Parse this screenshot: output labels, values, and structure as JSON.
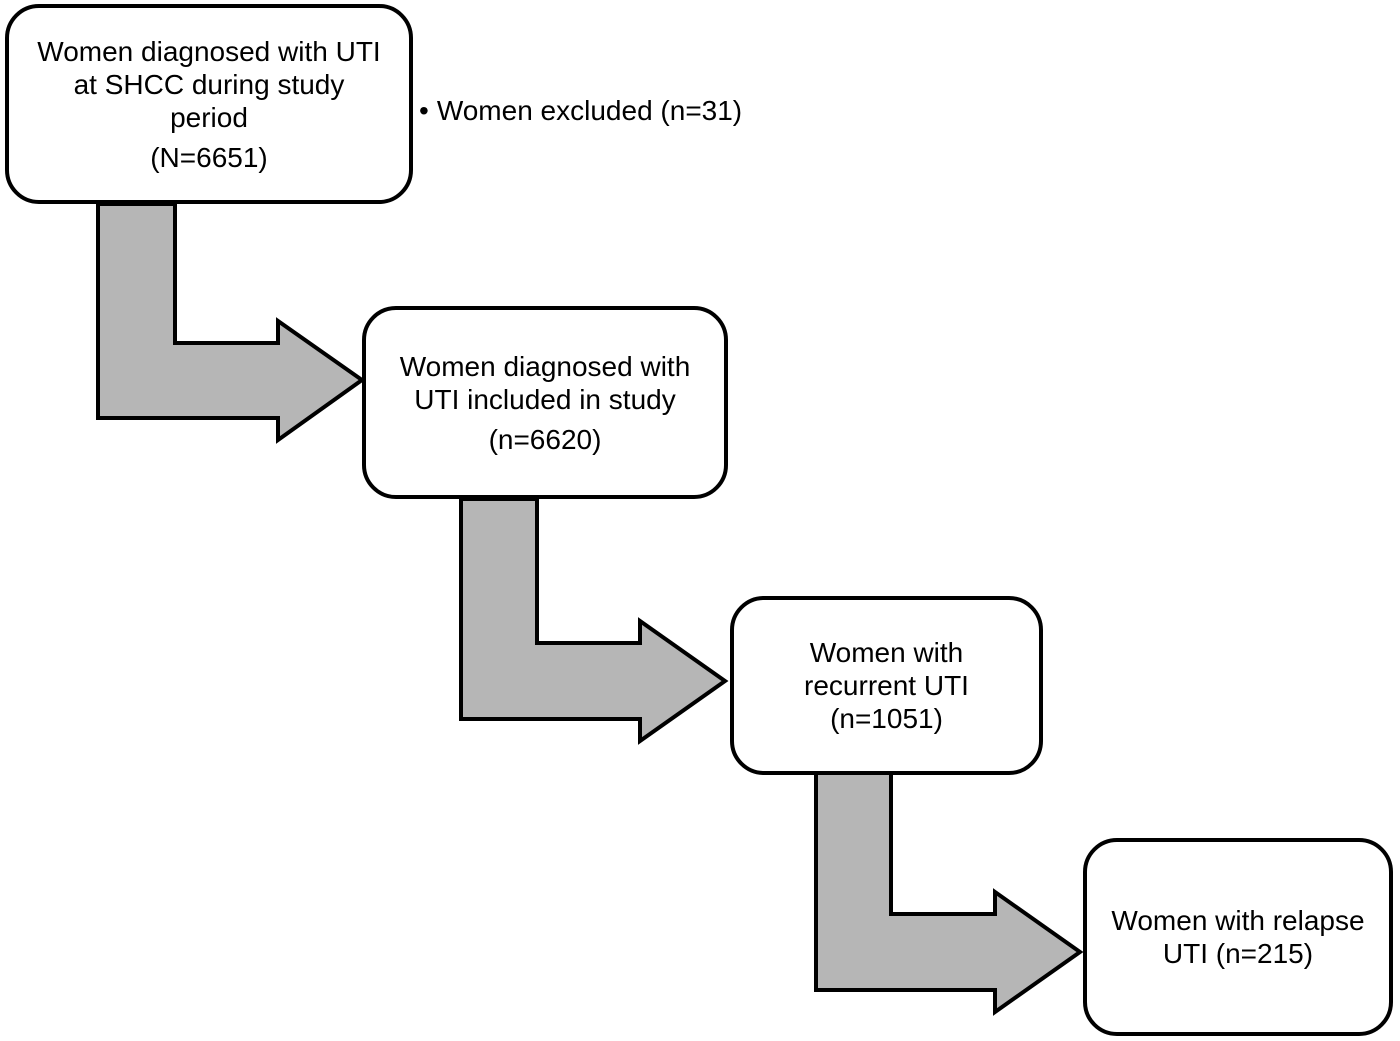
{
  "diagram": {
    "type": "flowchart",
    "nodes": [
      {
        "label": "Women diagnosed with UTI\nat SHCC during study\nperiod",
        "count": "(N=6651)"
      },
      {
        "label": "Women diagnosed with\nUTI included in study",
        "count": "(n=6620)"
      },
      {
        "label": "Women with\nrecurrent UTI",
        "count": "(n=1051)"
      },
      {
        "label": "Women with relapse\nUTI (n=215)",
        "count": ""
      }
    ],
    "exclusion_note": {
      "bullet": "•",
      "text": "Women excluded (n=31)"
    },
    "colors": {
      "arrow_fill": "#b6b6b6",
      "arrow_outline": "#000000",
      "box_border": "#000000",
      "box_fill": "#ffffff",
      "background": "#ffffff"
    }
  }
}
